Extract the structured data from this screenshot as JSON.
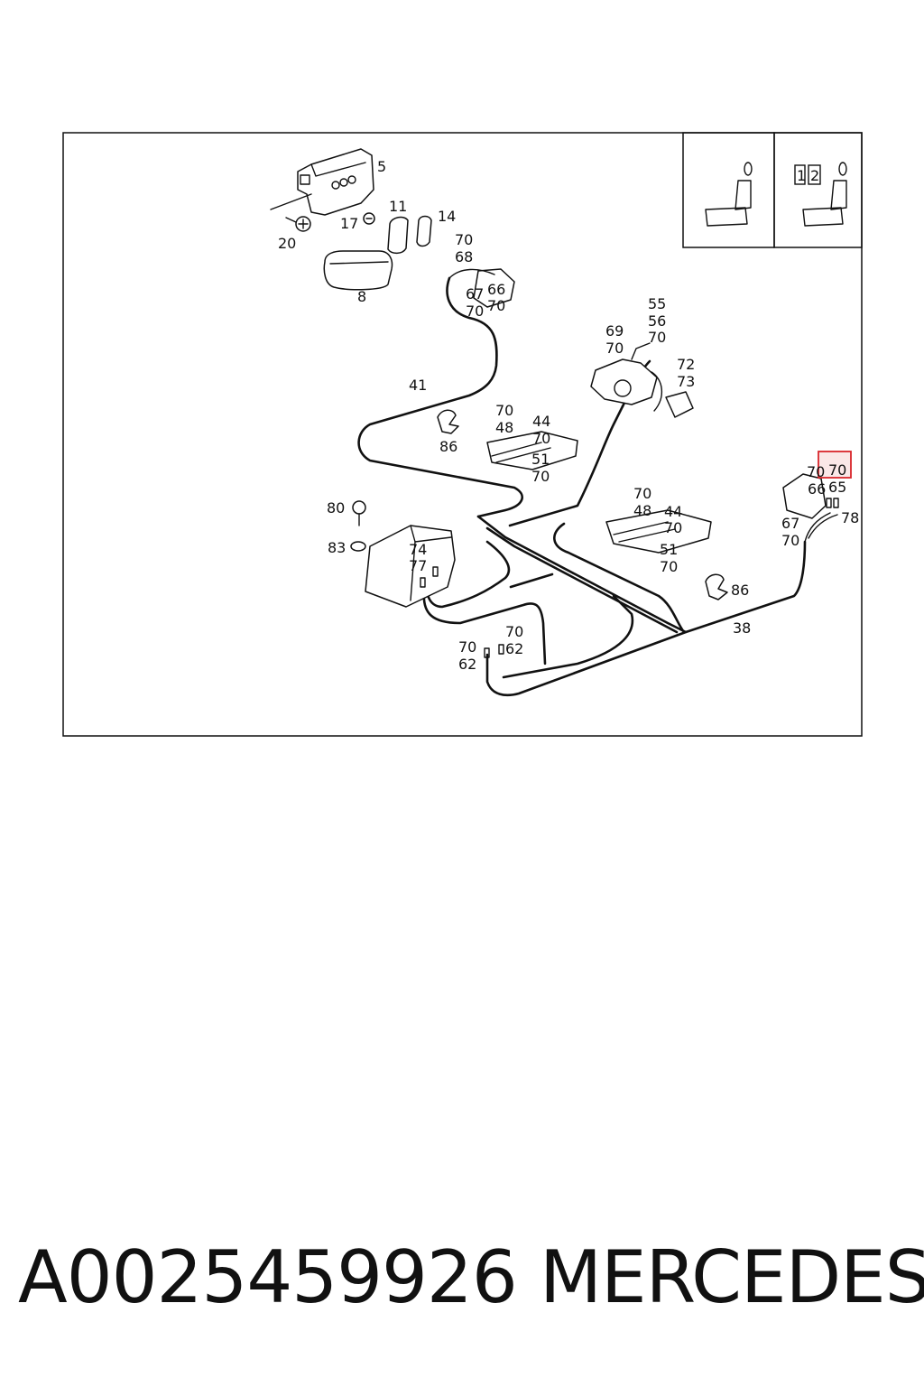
{
  "callouts": {
    "c5": "5",
    "c17": "17",
    "c20": "20",
    "c11": "11",
    "c14": "14",
    "c8": "8",
    "c70a": "70",
    "c68": "68",
    "c67a": "67",
    "c66a": "66",
    "c70b": "70",
    "c70c": "70",
    "c41": "41",
    "c86a": "86",
    "c70d": "70",
    "c48a": "48",
    "c44a": "44",
    "c70e": "70",
    "c51a": "51",
    "c70f": "70",
    "c55": "55",
    "c56": "56",
    "c70g": "70",
    "c69": "69",
    "c70h": "70",
    "c72": "72",
    "c73": "73",
    "c80": "80",
    "c83": "83",
    "c74": "74",
    "c77": "77",
    "c70i": "70",
    "c48b": "48",
    "c44b": "44",
    "c70j": "70",
    "c51b": "51",
    "c70k": "70",
    "c86b": "86",
    "c38": "38",
    "c70l": "70",
    "c62a": "62",
    "c70m": "70",
    "c62b": "62",
    "c70n": "70",
    "c70o": "70",
    "c66b": "66",
    "c65": "65",
    "c67b": "67",
    "c70p": "70",
    "c78": "78"
  },
  "inset": {
    "box1": "1",
    "box2": "2"
  },
  "highlight_color": "#d9262b",
  "footer": {
    "part_number": "A0025459926",
    "brand": "MERCEDES"
  }
}
